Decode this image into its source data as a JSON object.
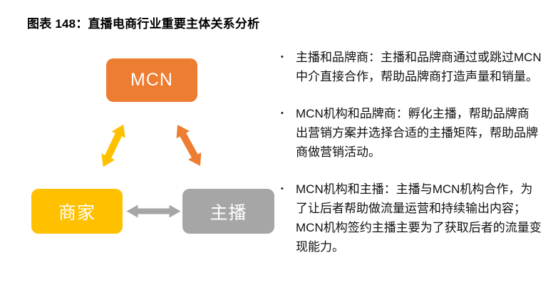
{
  "figure": {
    "title": "图表 148：直播电商行业重要主体关系分析"
  },
  "diagram": {
    "nodes": {
      "mcn": {
        "label": "MCN",
        "color": "#ED7D31"
      },
      "merchant": {
        "label": "商家",
        "color": "#FFC000"
      },
      "anchor": {
        "label": "主播",
        "color": "#A6A6A6"
      }
    },
    "arrows": [
      {
        "name": "mcn-merchant",
        "color": "#FFC000",
        "type": "double-headed"
      },
      {
        "name": "mcn-anchor",
        "color": "#ED7D31",
        "type": "double-headed"
      },
      {
        "name": "merchant-anchor",
        "color": "#A6A6A6",
        "type": "double-headed"
      }
    ]
  },
  "bullets": [
    {
      "marker": "•",
      "text": "主播和品牌商：主播和品牌商通过或跳过MCN\n中介直接合作，帮助品牌商打造声量和销量。"
    },
    {
      "marker": "•",
      "text": "MCN机构和品牌商：孵化主播，帮助品牌商\n出营销方案并选择合适的主播矩阵，帮助品牌\n商做营销活动。"
    },
    {
      "marker": "•",
      "text": "MCN机构和主播：主播与MCN机构合作，为\n了让后者帮助做流量运营和持续输出内容；\nMCN机构签约主播主要为了获取后者的流量变\n现能力。"
    }
  ]
}
